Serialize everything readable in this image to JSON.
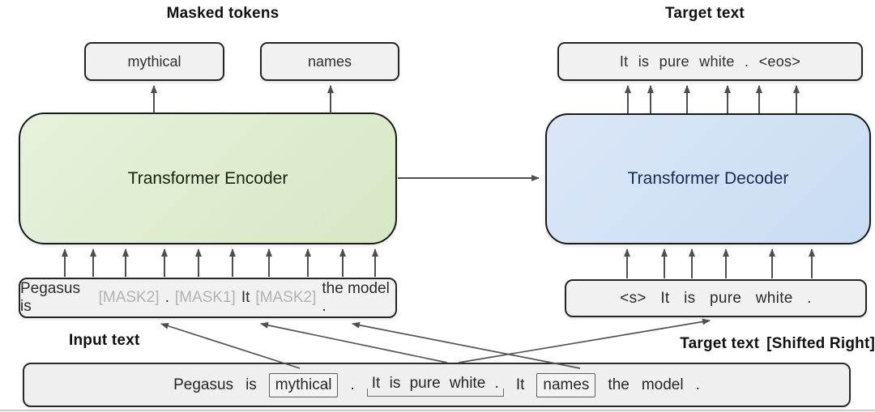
{
  "title_labels": {
    "masked_tokens": "Masked tokens",
    "target_text_top": "Target text",
    "input_text": "Input text",
    "target_text_shifted_a": "Target text",
    "target_text_shifted_b": "[Shifted Right]"
  },
  "masked_token_boxes": {
    "token1": "mythical",
    "token2": "names"
  },
  "target_output_box": "It is pure white . <eos>",
  "encoder": {
    "label": "Transformer Encoder",
    "fill": "#dce9c9",
    "text_color": "#17230f"
  },
  "decoder": {
    "label": "Transformer Decoder",
    "fill": "#cfe0f4",
    "text_color": "#1a2a55"
  },
  "encoder_input": {
    "t1": "Pegasus is",
    "m1": "[MASK2]",
    "t2": ".",
    "m2": "[MASK1]",
    "t3": "It",
    "m3": "[MASK2]",
    "t4": "the model ."
  },
  "decoder_input": "<s> It is pure white .",
  "bottom_sentence": {
    "t1": "Pegasus",
    "t2": "is",
    "boxed1": "mythical",
    "t3": ".",
    "quoted": "It is pure white .",
    "t4": "It",
    "boxed2": "names",
    "t5": "the",
    "t6": "model",
    "t7": "."
  },
  "colors": {
    "token_box_fill": "#f1f1f1",
    "bottom_box_fill": "#efefef",
    "arrow": "#4f4f4f",
    "mask_text": "#b2b2b2",
    "box_border": "#252525"
  }
}
